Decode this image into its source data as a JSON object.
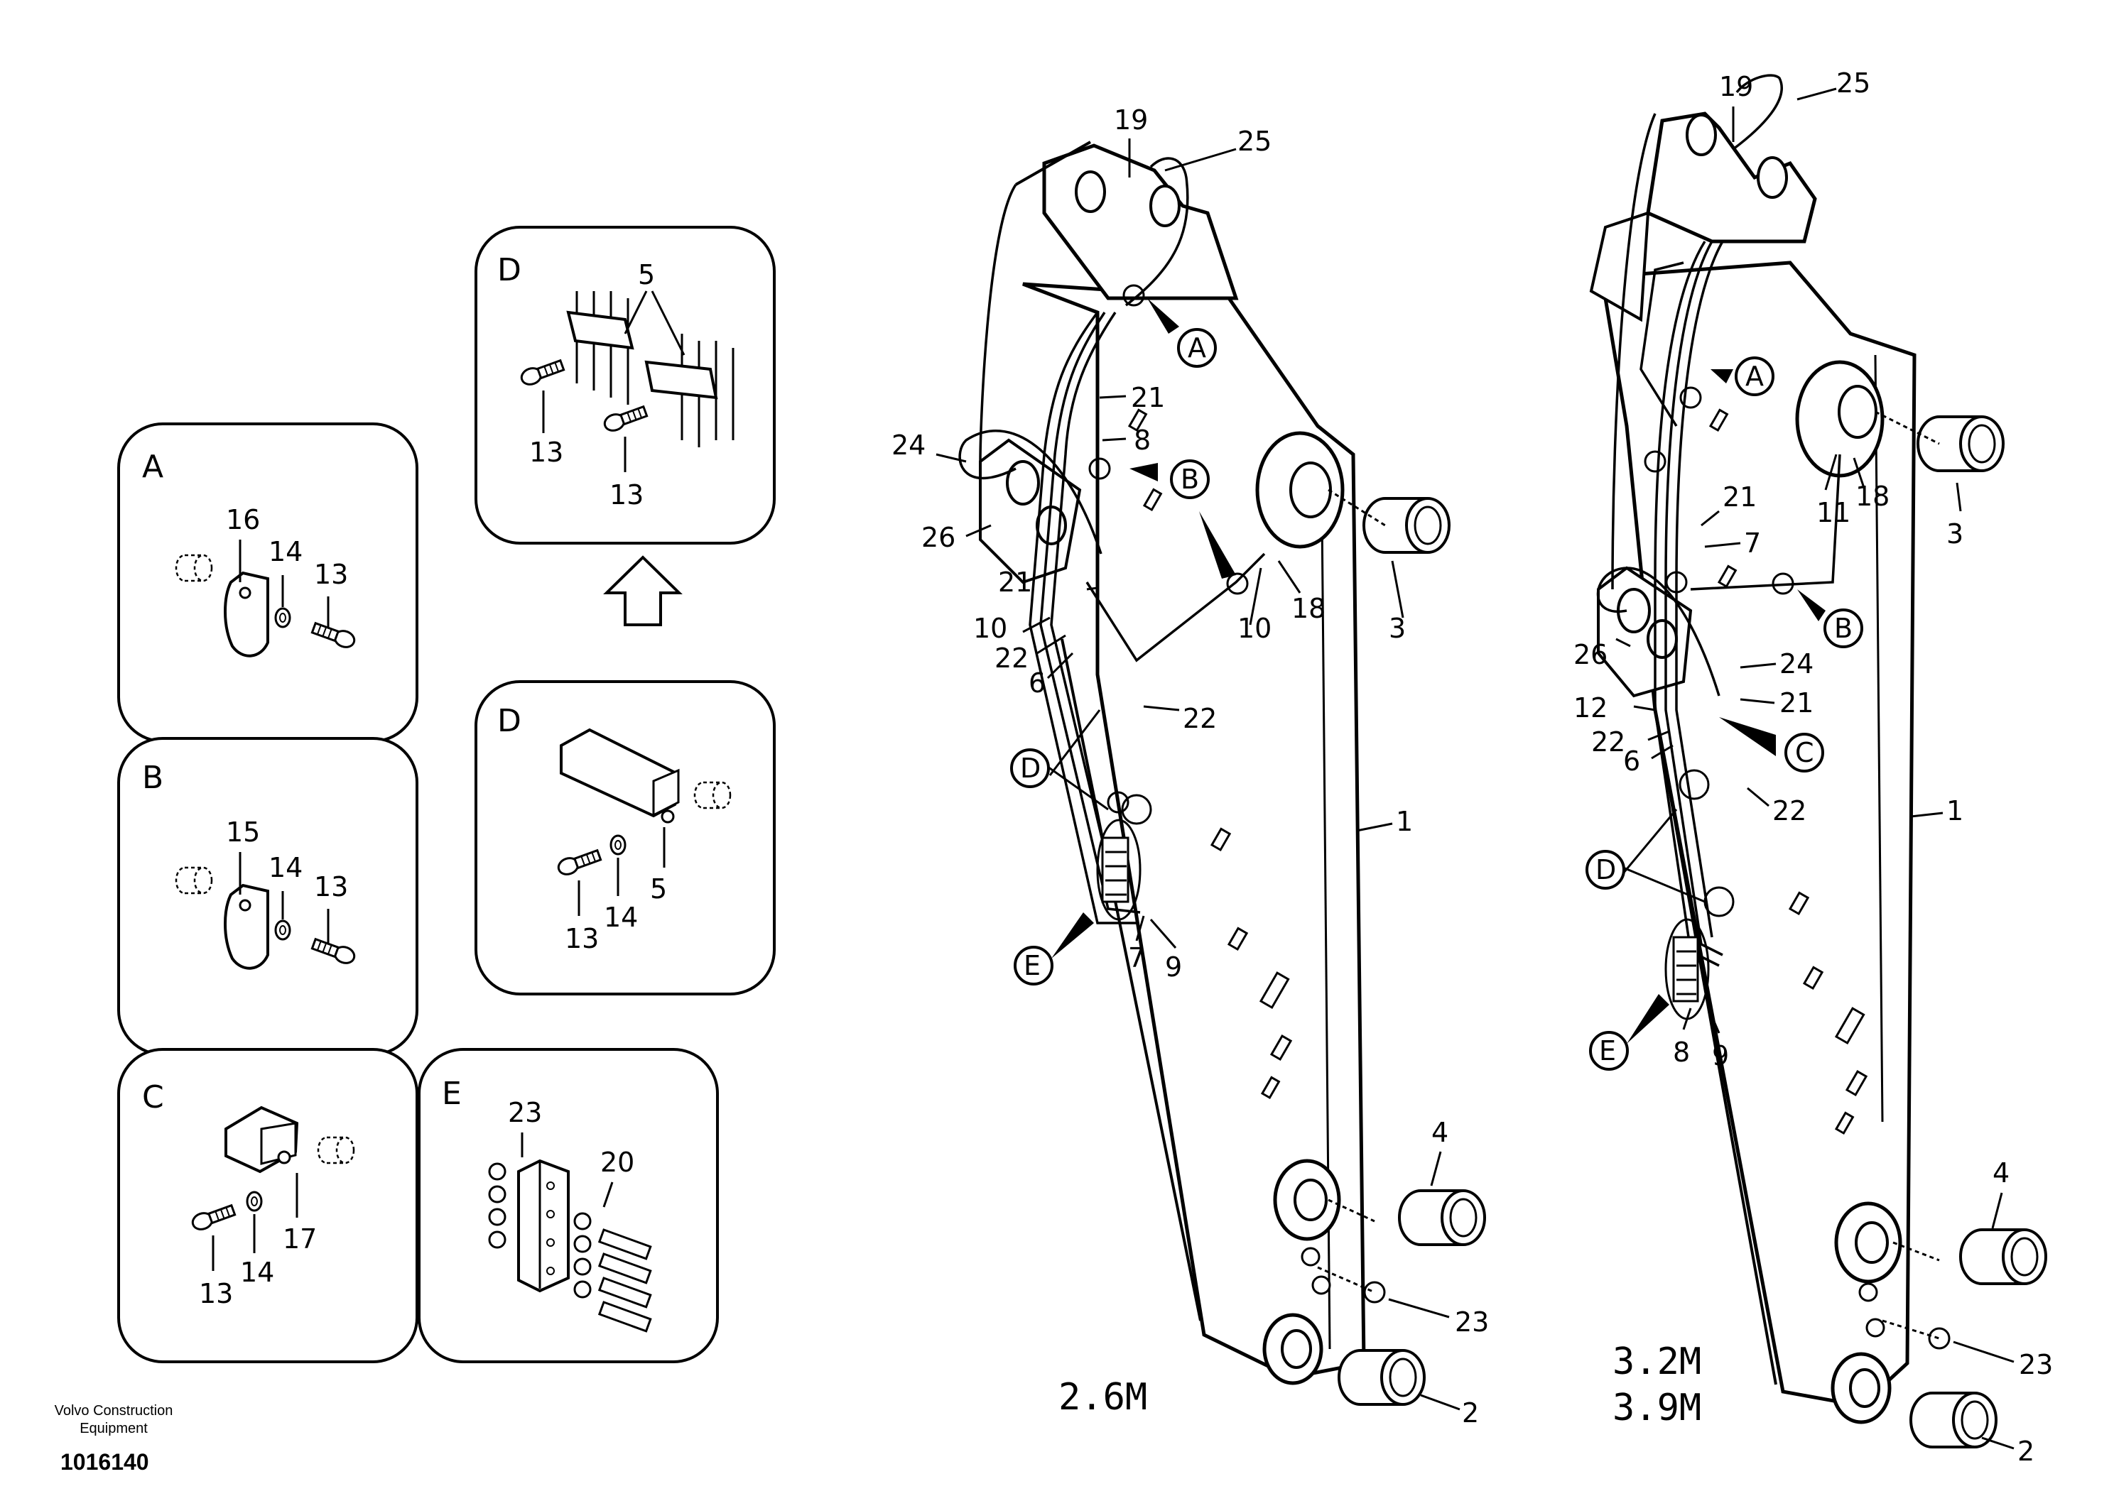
{
  "footer": {
    "company_line1": "Volvo Construction",
    "company_line2": "Equipment",
    "drawing_number": "1016140"
  },
  "details": {
    "A": {
      "letter": "A",
      "labels": [
        "16",
        "14",
        "13"
      ]
    },
    "B": {
      "letter": "B",
      "labels": [
        "15",
        "14",
        "13"
      ]
    },
    "C": {
      "letter": "C",
      "labels": [
        "13",
        "14",
        "17"
      ]
    },
    "D1": {
      "letter": "D",
      "labels": [
        "5",
        "13",
        "13"
      ]
    },
    "D2": {
      "letter": "D",
      "labels": [
        "13",
        "14",
        "5"
      ]
    },
    "E": {
      "letter": "E",
      "labels": [
        "23",
        "20"
      ]
    }
  },
  "arm_short": {
    "length_label": "2.6M",
    "callouts": [
      "A",
      "B",
      "D",
      "E"
    ],
    "parts": [
      "19",
      "25",
      "24",
      "26",
      "21",
      "8",
      "21",
      "10",
      "22",
      "6",
      "22",
      "10",
      "18",
      "3",
      "1",
      "7",
      "9",
      "4",
      "23",
      "2"
    ]
  },
  "arm_long": {
    "length_label_1": "3.2M",
    "length_label_2": "3.9M",
    "callouts": [
      "A",
      "B",
      "C",
      "D",
      "E"
    ],
    "parts": [
      "19",
      "25",
      "21",
      "7",
      "11",
      "18",
      "3",
      "26",
      "24",
      "21",
      "12",
      "22",
      "6",
      "22",
      "1",
      "8",
      "9",
      "4",
      "23",
      "2"
    ]
  }
}
